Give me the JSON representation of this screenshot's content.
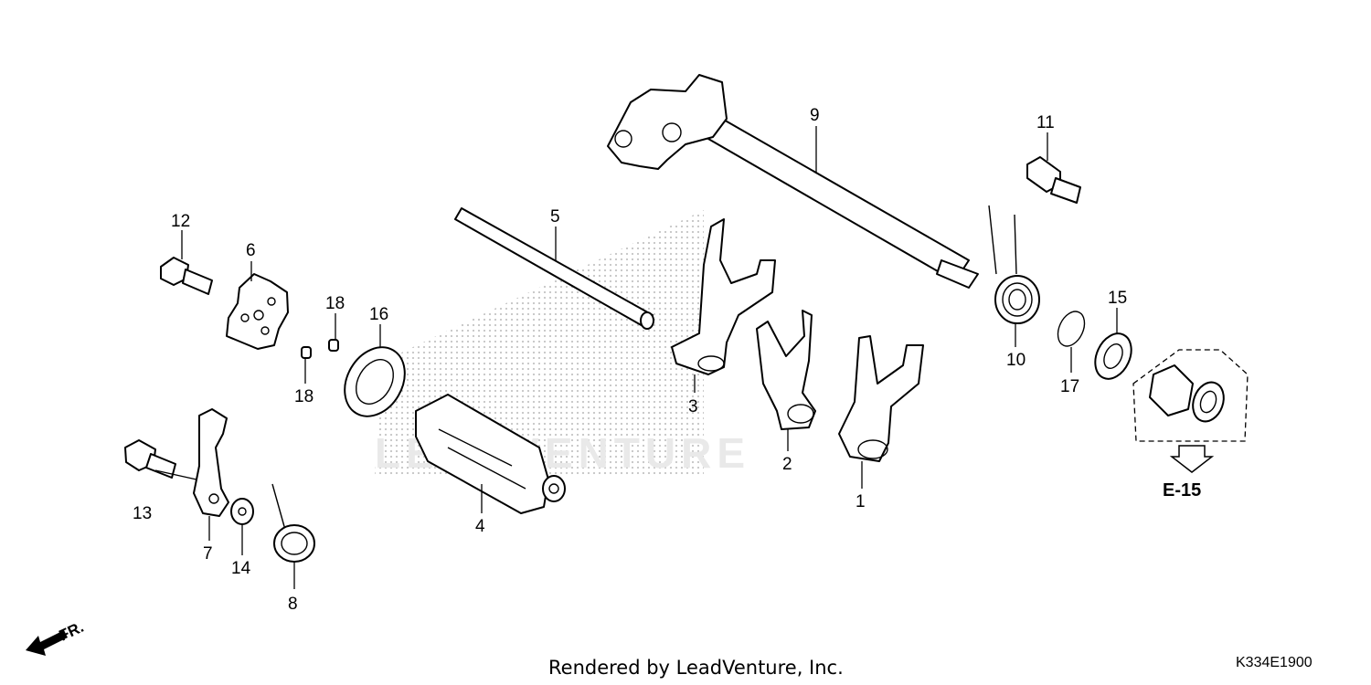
{
  "callouts": {
    "p1": "1",
    "p2": "2",
    "p3": "3",
    "p4": "4",
    "p5": "5",
    "p6": "6",
    "p7": "7",
    "p8": "8",
    "p9": "9",
    "p10": "10",
    "p11": "11",
    "p12": "12",
    "p13": "13",
    "p14": "14",
    "p15": "15",
    "p16": "16",
    "p17": "17",
    "p18a": "18",
    "p18b": "18"
  },
  "reference": "E-15",
  "direction_label": "FR.",
  "watermark": "LEADVENTURE",
  "footer": {
    "credit": "Rendered by LeadVenture, Inc.",
    "diagram_code": "K334E1900"
  }
}
